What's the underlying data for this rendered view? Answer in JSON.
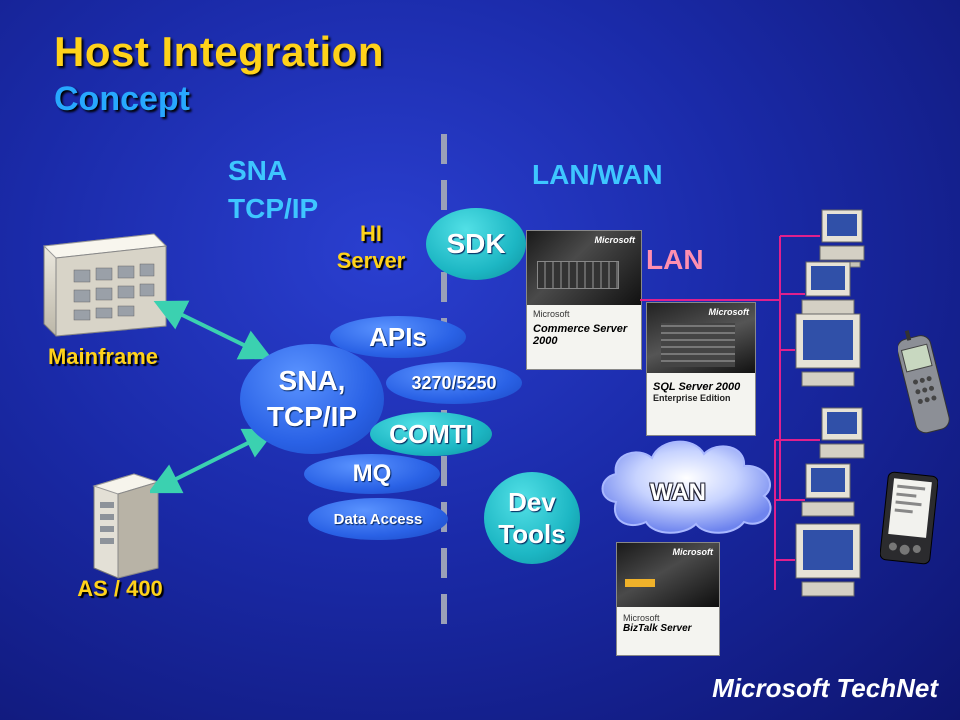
{
  "title": "Host Integration",
  "subtitle": "Concept",
  "labels": {
    "sna_tcpip_line1": "SNA",
    "sna_tcpip_line2": "TCP/IP",
    "lan_wan": "LAN/WAN",
    "hi_line1": "HI",
    "hi_line2": "Server",
    "lan": "LAN",
    "mainframe": "Mainframe",
    "as400": "AS / 400",
    "wan": "WAN"
  },
  "pills": {
    "sdk": "SDK",
    "apis": "APIs",
    "sna_center_line1": "SNA,",
    "sna_center_line2": "TCP/IP",
    "tn3270": "3270/5250",
    "comti": "COMTI",
    "mq": "MQ",
    "data_access": "Data Access",
    "dev_line1": "Dev",
    "dev_line2": "Tools"
  },
  "products": {
    "commerce": {
      "brand": "Microsoft",
      "line1": "Microsoft",
      "line2": "Commerce Server 2000"
    },
    "sql": {
      "brand": "Microsoft",
      "line1": "SQL Server 2000",
      "line2": "Enterprise Edition"
    },
    "biztalk": {
      "brand": "Microsoft",
      "line1": "Microsoft",
      "line2": "BizTalk Server"
    }
  },
  "logo": "Microsoft TechNet",
  "colors": {
    "accent_yellow": "#ffd21a",
    "accent_cyan": "#3ec6ff",
    "lan_pink": "#ff8fb0",
    "line_magenta": "#e0208c"
  }
}
